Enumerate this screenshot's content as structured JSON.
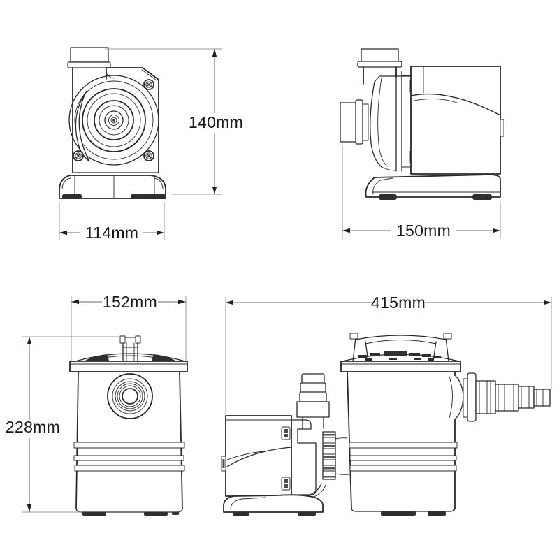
{
  "diagram": {
    "background_color": "#ffffff",
    "line_color": "#2a2a2a",
    "dimension_line_color": "#6b6b6b",
    "extension_line_color": "#9a9a9a",
    "label_color": "#1a1a1a",
    "dark_fill_color": "#2f2f2f"
  },
  "views": {
    "pump_a_front": {
      "height_dim": "140mm",
      "width_dim": "114mm"
    },
    "pump_a_side": {
      "length_dim": "150mm"
    },
    "pump_b_front": {
      "width_dim": "152mm",
      "height_dim": "228mm"
    },
    "pump_b_side_assembly": {
      "length_dim": "415mm"
    }
  }
}
